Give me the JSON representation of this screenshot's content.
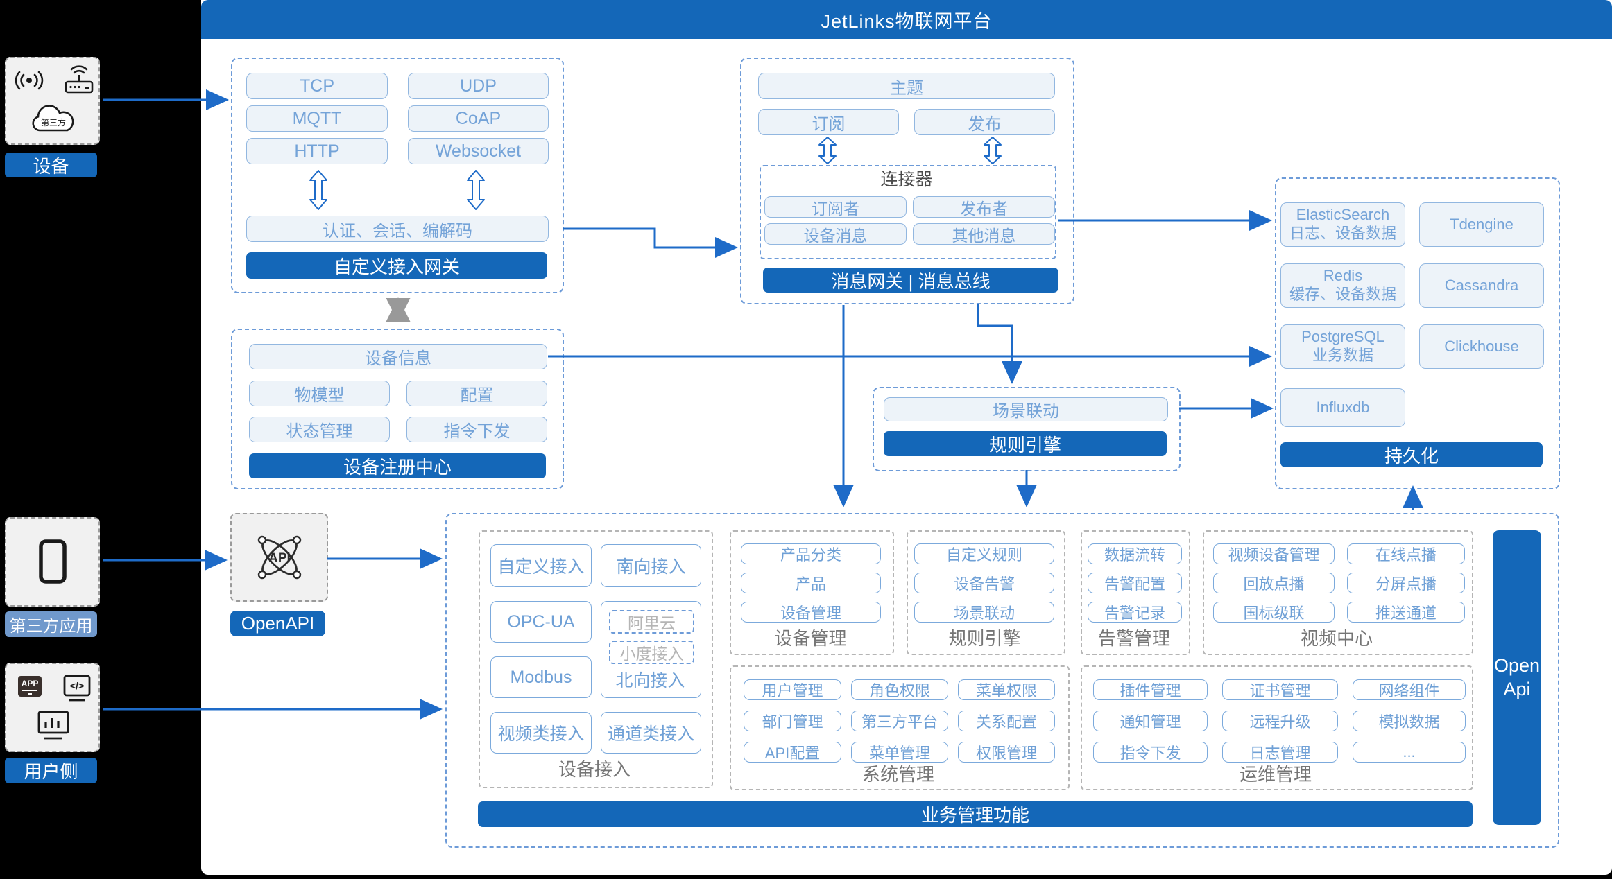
{
  "title": "JetLinks物联网平台",
  "sidebar": {
    "device": {
      "label": "设备",
      "cloud": "第三方"
    },
    "third_party": {
      "label": "第三方应用"
    },
    "user": {
      "label": "用户侧"
    },
    "app_icon_text": "APP",
    "code_icon_text": "</>"
  },
  "gateway": {
    "protocols": [
      "TCP",
      "UDP",
      "MQTT",
      "CoAP",
      "HTTP",
      "Websocket"
    ],
    "auth": "认证、会话、编解码",
    "title": "自定义接入网关"
  },
  "registry": {
    "info": "设备信息",
    "items": [
      "物模型",
      "配置",
      "状态管理",
      "指令下发"
    ],
    "title": "设备注册中心"
  },
  "message": {
    "topic": "主题",
    "subscribe": "订阅",
    "publish": "发布",
    "connector": {
      "title": "连接器",
      "items": [
        "订阅者",
        "发布者",
        "设备消息",
        "其他消息"
      ]
    },
    "title": "消息网关 | 消息总线"
  },
  "persistence": {
    "db": [
      {
        "t": "ElasticSearch",
        "s": "日志、设备数据"
      },
      {
        "t": "Tdengine",
        "s": ""
      },
      {
        "t": "Redis",
        "s": "缓存、设备数据"
      },
      {
        "t": "Cassandra",
        "s": ""
      },
      {
        "t": "PostgreSQL",
        "s": "业务数据"
      },
      {
        "t": "Clickhouse",
        "s": ""
      },
      {
        "t": "Influxdb",
        "s": ""
      }
    ],
    "title": "持久化"
  },
  "rule": {
    "scene": "场景联动",
    "title": "规则引擎"
  },
  "openapi": {
    "icon_text": "API",
    "label": "OpenAPI"
  },
  "business": {
    "device_access": {
      "label": "设备接入",
      "items": [
        "自定义接入",
        "南向接入",
        "OPC-UA",
        "Modbus",
        "视频类接入",
        "通道类接入"
      ],
      "north": {
        "label": "北向接入",
        "subs": [
          "阿里云",
          "小度接入"
        ]
      }
    },
    "device_mgmt": {
      "label": "设备管理",
      "items": [
        "产品分类",
        "产品",
        "设备管理"
      ]
    },
    "rule_engine": {
      "label": "规则引擎",
      "items": [
        "自定义规则",
        "设备告警",
        "场景联动"
      ]
    },
    "alarm": {
      "label": "告警管理",
      "items": [
        "数据流转",
        "告警配置",
        "告警记录"
      ]
    },
    "video": {
      "label": "视频中心",
      "items": [
        "视频设备管理",
        "在线点播",
        "回放点播",
        "分屏点播",
        "国标级联",
        "推送通道"
      ]
    },
    "system": {
      "label": "系统管理",
      "items": [
        "用户管理",
        "角色权限",
        "菜单权限",
        "部门管理",
        "第三方平台",
        "关系配置",
        "API配置",
        "菜单管理",
        "权限管理"
      ]
    },
    "ops": {
      "label": "运维管理",
      "items": [
        "插件管理",
        "证书管理",
        "网络组件",
        "通知管理",
        "远程升级",
        "模拟数据",
        "指令下发",
        "日志管理",
        "..."
      ]
    },
    "open_api": [
      "Open",
      "Api"
    ],
    "footer": "业务管理功能"
  },
  "colors": {
    "primary": "#1467B8",
    "arrow": "#1E6BC8",
    "light_fill": "#EDF3F9",
    "dashed_blue": "#6D9BD8",
    "dashed_gray": "#B5B5B5",
    "gray_label": "#757575",
    "third_party_label_bg": "#7099CC"
  }
}
